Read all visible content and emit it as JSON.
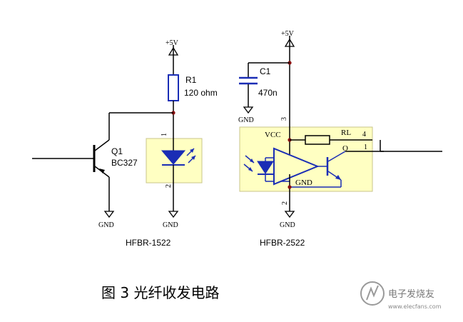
{
  "supply": {
    "left": "+5V",
    "right": "+5V"
  },
  "r1": {
    "ref": "R1",
    "value": "120 ohm"
  },
  "q1": {
    "ref": "Q1",
    "part": "BC327"
  },
  "c1": {
    "ref": "C1",
    "value": "470n"
  },
  "ground": {
    "label": "GND"
  },
  "hfbr1522": {
    "name": "HFBR-1522",
    "pin_top": "1",
    "pin_bottom": "2"
  },
  "hfbr2522": {
    "name": "HFBR-2522",
    "vcc": "VCC",
    "gnd": "GND",
    "rl": "RL",
    "out": "O",
    "pin_vcc": "3",
    "pin_gnd": "2",
    "pin_rl": "4",
    "pin_out": "1"
  },
  "caption": {
    "text": "图 3  光纤收发电路"
  },
  "watermark": {
    "text": "电子发烧友",
    "url": "www.elecfans.com"
  },
  "colors": {
    "module_fill": "#ffffc2",
    "module_border": "#c8c48a",
    "component_blue": "#1a2db5",
    "node_red": "#8b1010"
  }
}
